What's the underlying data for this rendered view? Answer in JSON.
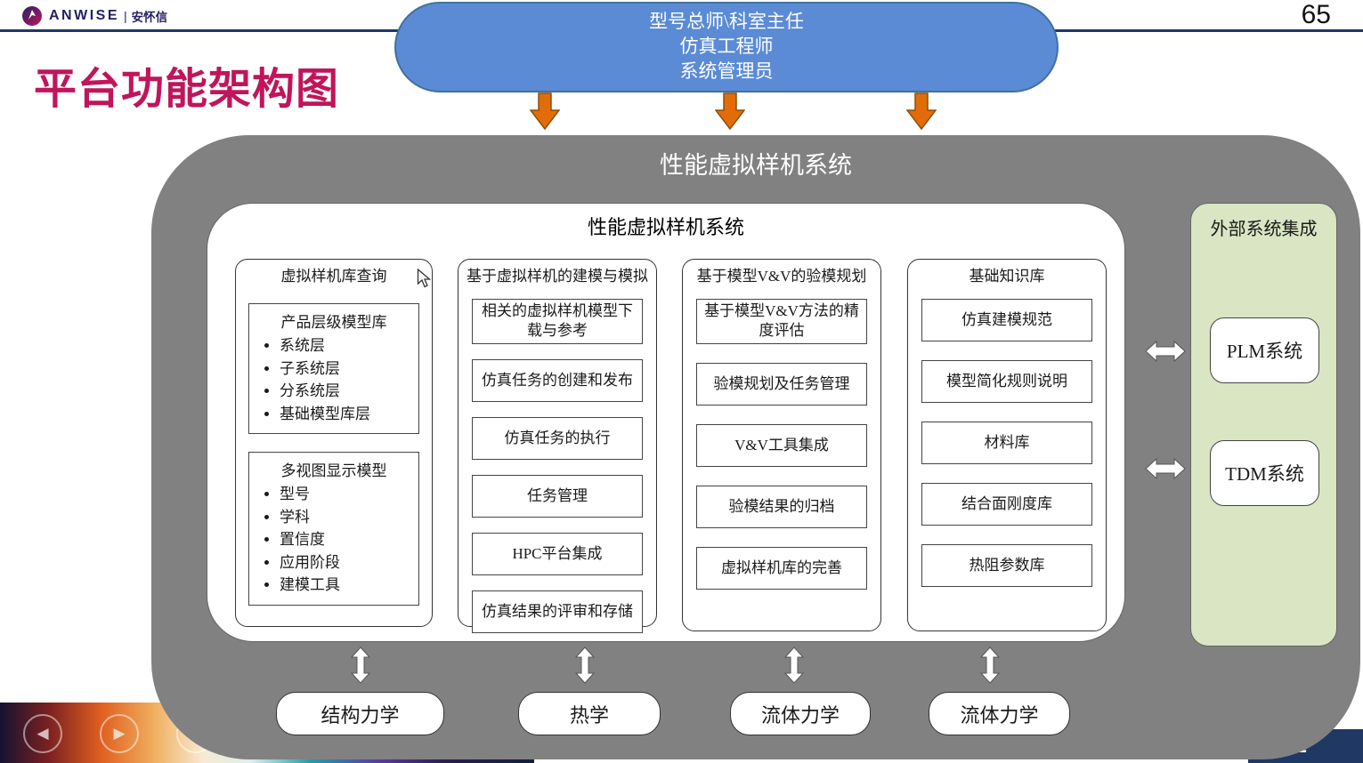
{
  "header": {
    "logo_text": "ANWISE",
    "logo_cn": "安怀信",
    "page_number": "65",
    "title": "平台功能架构图"
  },
  "roles_capsule": {
    "lines": [
      "型号总师\\科室主任",
      "仿真工程师",
      "系统管理员"
    ]
  },
  "system": {
    "title": "性能虚拟样机系统",
    "inner_title": "性能虚拟样机系统",
    "columns": [
      {
        "header": "虚拟样机库查询",
        "groups": [
          {
            "title": "产品层级模型库",
            "bullets": [
              "系统层",
              "子系统层",
              "分系统层",
              "基础模型库层"
            ]
          },
          {
            "title": "多视图显示模型",
            "bullets": [
              "型号",
              "学科",
              "置信度",
              "应用阶段",
              "建模工具"
            ]
          }
        ]
      },
      {
        "header": "基于虚拟样机的建模与模拟",
        "boxes": [
          "相关的虚拟样机模型下载与参考",
          "仿真任务的创建和发布",
          "仿真任务的执行",
          "任务管理",
          "HPC平台集成",
          "仿真结果的评审和存储"
        ]
      },
      {
        "header": "基于模型V&V的验模规划",
        "boxes": [
          "基于模型V&V方法的精度评估",
          "验模规划及任务管理",
          "V&V工具集成",
          "验模结果的归档",
          "虚拟样机库的完善"
        ]
      },
      {
        "header": "基础知识库",
        "boxes": [
          "仿真建模规范",
          "模型简化规则说明",
          "材料库",
          "结合面刚度库",
          "热阻参数库"
        ]
      }
    ],
    "external": {
      "title": "外部系统集成",
      "systems": [
        "PLM系统",
        "TDM系统"
      ]
    },
    "disciplines": [
      "结构力学",
      "热学",
      "流体力学",
      "流体力学"
    ]
  },
  "footer": {
    "right_text": "GE",
    "icons": [
      {
        "name": "prev-icon",
        "glyph": "◀"
      },
      {
        "name": "next-icon",
        "glyph": "▶"
      },
      {
        "name": "edit-icon",
        "glyph": "✎"
      },
      {
        "name": "camera-icon",
        "glyph": "▣"
      },
      {
        "name": "search-icon",
        "glyph": "⌕"
      },
      {
        "name": "more-icon",
        "glyph": "◌"
      }
    ]
  },
  "colors": {
    "accent_blue": "#5b8bd5",
    "arrow_orange": "#e36c0a",
    "panel_gray": "#818181",
    "panel_green": "#d9e5c3",
    "title_magenta": "#c1155b",
    "navy": "#1f3864"
  }
}
